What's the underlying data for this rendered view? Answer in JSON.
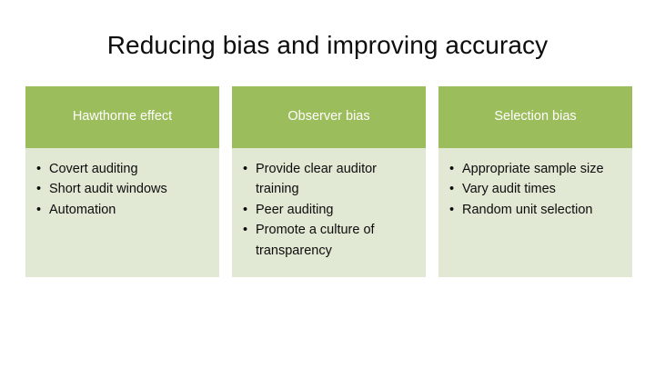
{
  "slide": {
    "title": "Reducing bias and improving accuracy",
    "theme": {
      "header_color": "#9CBD5B",
      "body_color": "#E1E8D4",
      "header_text_color": "#FFFFFF",
      "body_text_color": "#0D0D0D",
      "background_color": "#FFFFFF"
    },
    "bullet_glyph": "•",
    "columns": [
      {
        "header": "Hawthorne effect",
        "items": [
          "Covert auditing",
          "Short audit windows",
          "Automation"
        ]
      },
      {
        "header": "Observer bias",
        "items": [
          "Provide clear auditor training",
          "Peer auditing",
          "Promote a culture of transparency"
        ]
      },
      {
        "header": "Selection bias",
        "items": [
          "Appropriate sample size",
          "Vary audit times",
          "Random unit selection"
        ]
      }
    ]
  }
}
